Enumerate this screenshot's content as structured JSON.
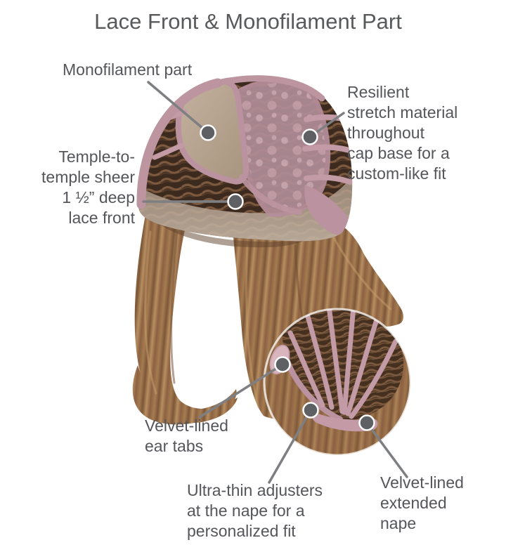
{
  "title": "Lace Front & Monofilament Part",
  "labels": {
    "monofilament": {
      "text": "Monofilament part"
    },
    "resilient": {
      "text": "Resilient\nstretch material\nthroughout\ncap base for a\ncustom-like fit"
    },
    "lace_front": {
      "text": "Temple-to-\ntemple sheer\n1 ½” deep\nlace front"
    },
    "ear_tabs": {
      "text": "Velvet-lined\near tabs"
    },
    "adjusters": {
      "text": "Ultra-thin adjusters\nat the nape for a\npersonalized fit"
    },
    "extended_nape": {
      "text": "Velvet-lined\nextended\nnape"
    }
  },
  "figure": {
    "main_view": "wig cap front-side view with lace front and monofilament part",
    "inset_view": "circular close-up of cap back with nape adjusters",
    "callouts": [
      "monofilament part",
      "resilient stretch material",
      "lace front",
      "velvet-lined ear tabs",
      "ultra-thin nape adjusters",
      "velvet-lined extended nape"
    ]
  },
  "colors": {
    "background": "#ffffff",
    "title_text": "#58595b",
    "label_text": "#55565a",
    "callout_line": "#7e7f82",
    "callout_dot": "#5f6064",
    "cap_band_mauve": "#bb93a0",
    "lace_dot_pink": "#d2aeb8",
    "weft_brown": "#3c2a1e",
    "hair_brown": "#9a734e",
    "monofilament_beige": "#b4a18c",
    "lace_front_taupe": "#bcab9b"
  }
}
